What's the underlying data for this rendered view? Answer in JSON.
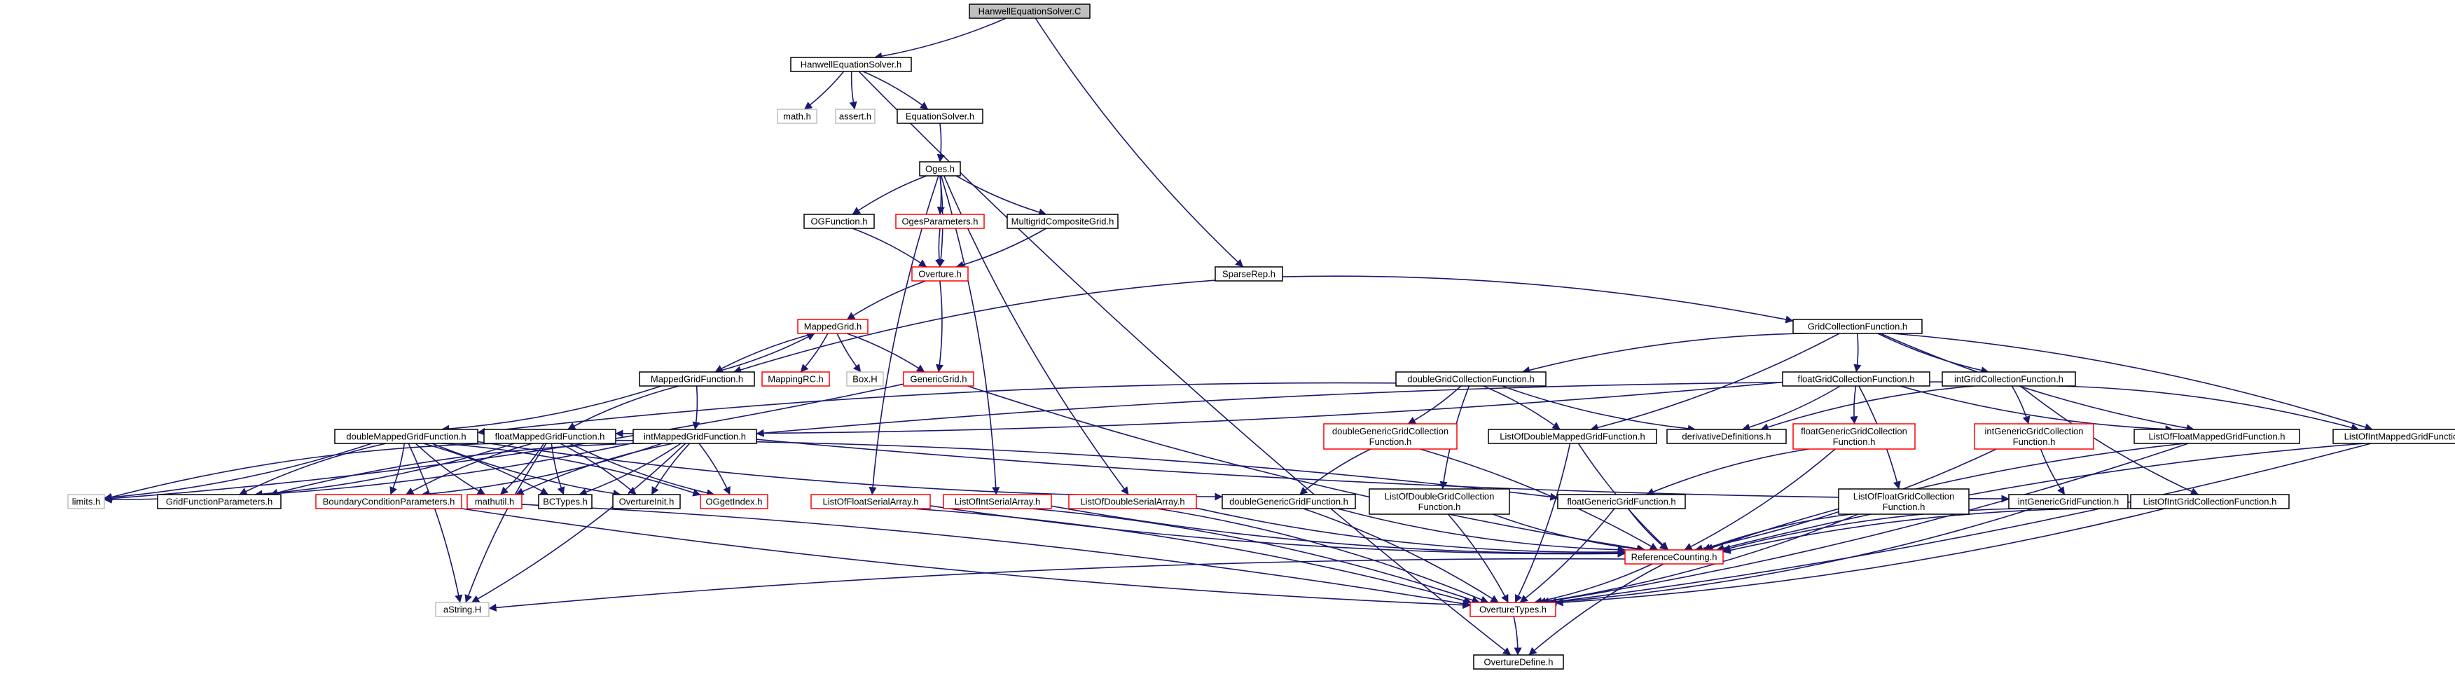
{
  "colors": {
    "edge": "#191970",
    "node_border_normal": "#000000",
    "node_border_truncated": "#ff0000",
    "node_border_external": "#bfbfbf",
    "root_fill": "#bfbfbf",
    "node_fill": "#ffffff"
  },
  "diagram": {
    "type": "include-dependency-graph",
    "nodes": [
      {
        "id": "root",
        "label": "HanwellEquationSolver.C",
        "kind": "root"
      },
      {
        "id": "hes_h",
        "label": "HanwellEquationSolver.h",
        "kind": "normal"
      },
      {
        "id": "math_h",
        "label": "math.h",
        "kind": "external"
      },
      {
        "id": "assert_h",
        "label": "assert.h",
        "kind": "external"
      },
      {
        "id": "eqsolver_h",
        "label": "EquationSolver.h",
        "kind": "normal"
      },
      {
        "id": "oges_h",
        "label": "Oges.h",
        "kind": "normal"
      },
      {
        "id": "ogfunction_h",
        "label": "OGFunction.h",
        "kind": "normal"
      },
      {
        "id": "ogesparams_h",
        "label": "OgesParameters.h",
        "kind": "truncated"
      },
      {
        "id": "mgcg_h",
        "label": "MultigridCompositeGrid.h",
        "kind": "normal"
      },
      {
        "id": "overture_h",
        "label": "Overture.h",
        "kind": "truncated"
      },
      {
        "id": "sparserep_h",
        "label": "SparseRep.h",
        "kind": "normal"
      },
      {
        "id": "mappedgrid_h",
        "label": "MappedGrid.h",
        "kind": "truncated"
      },
      {
        "id": "mgf_h",
        "label": "MappedGridFunction.h",
        "kind": "normal"
      },
      {
        "id": "mappingrc_h",
        "label": "MappingRC.h",
        "kind": "truncated"
      },
      {
        "id": "box_h",
        "label": "Box.H",
        "kind": "external"
      },
      {
        "id": "genericgrid_h",
        "label": "GenericGrid.h",
        "kind": "truncated"
      },
      {
        "id": "gcf_h",
        "label": "GridCollectionFunction.h",
        "kind": "normal"
      },
      {
        "id": "dgcf_h",
        "label": "doubleGridCollectionFunction.h",
        "kind": "normal"
      },
      {
        "id": "fgcf_h",
        "label": "floatGridCollectionFunction.h",
        "kind": "normal"
      },
      {
        "id": "igcf_h",
        "label": "intGridCollectionFunction.h",
        "kind": "normal"
      },
      {
        "id": "dmgf_h",
        "label": "doubleMappedGridFunction.h",
        "kind": "normal"
      },
      {
        "id": "fmgf_h",
        "label": "floatMappedGridFunction.h",
        "kind": "normal"
      },
      {
        "id": "imgf_h",
        "label": "intMappedGridFunction.h",
        "kind": "normal"
      },
      {
        "id": "dggcf_h",
        "label": "doubleGenericGridCollection\nFunction.h",
        "kind": "truncated"
      },
      {
        "id": "fggcf_h",
        "label": "floatGenericGridCollection\nFunction.h",
        "kind": "truncated"
      },
      {
        "id": "iggcf_h",
        "label": "intGenericGridCollection\nFunction.h",
        "kind": "truncated"
      },
      {
        "id": "derivdefs_h",
        "label": "derivativeDefinitions.h",
        "kind": "normal"
      },
      {
        "id": "lodmgf_h",
        "label": "ListOfDoubleMappedGridFunction.h",
        "kind": "normal"
      },
      {
        "id": "lofmgf_h",
        "label": "ListOfFloatMappedGridFunction.h",
        "kind": "normal"
      },
      {
        "id": "loimgf_h",
        "label": "ListOfIntMappedGridFunction.h",
        "kind": "normal"
      },
      {
        "id": "limits_h",
        "label": "limits.h",
        "kind": "external"
      },
      {
        "id": "gfparams_h",
        "label": "GridFunctionParameters.h",
        "kind": "normal"
      },
      {
        "id": "bcparams_h",
        "label": "BoundaryConditionParameters.h",
        "kind": "truncated"
      },
      {
        "id": "mathutil_h",
        "label": "mathutil.h",
        "kind": "truncated"
      },
      {
        "id": "bctypes_h",
        "label": "BCTypes.h",
        "kind": "normal"
      },
      {
        "id": "overtureint_h",
        "label": "OvertureInit.h",
        "kind": "normal"
      },
      {
        "id": "ogesindex_h",
        "label": "OGgetIndex.h",
        "kind": "truncated"
      },
      {
        "id": "loffsa_h",
        "label": "ListOfFloatSerialArray.h",
        "kind": "truncated"
      },
      {
        "id": "loisa_h",
        "label": "ListOfIntSerialArray.h",
        "kind": "truncated"
      },
      {
        "id": "lodsa_h",
        "label": "ListOfDoubleSerialArray.h",
        "kind": "truncated"
      },
      {
        "id": "dggf_h",
        "label": "doubleGenericGridFunction.h",
        "kind": "normal"
      },
      {
        "id": "lodgcf_h",
        "label": "ListOfDoubleGridCollection\nFunction.h",
        "kind": "normal"
      },
      {
        "id": "fggf_h",
        "label": "floatGenericGridFunction.h",
        "kind": "normal"
      },
      {
        "id": "lofgcf_h",
        "label": "ListOfFloatGridCollection\nFunction.h",
        "kind": "normal"
      },
      {
        "id": "iggf_h",
        "label": "intGenericGridFunction.h",
        "kind": "normal"
      },
      {
        "id": "loigcf_h",
        "label": "ListOfIntGridCollectionFunction.h",
        "kind": "normal"
      },
      {
        "id": "refcount_h",
        "label": "ReferenceCounting.h",
        "kind": "truncated"
      },
      {
        "id": "astring_h",
        "label": "aString.H",
        "kind": "external"
      },
      {
        "id": "overturetypes_h",
        "label": "OvertureTypes.h",
        "kind": "truncated"
      },
      {
        "id": "overturedefine_h",
        "label": "OvertureDefine.h",
        "kind": "normal"
      }
    ],
    "edges": [
      {
        "from": "root",
        "to": "hes_h"
      },
      {
        "from": "root",
        "to": "sparserep_h"
      },
      {
        "from": "hes_h",
        "to": "math_h"
      },
      {
        "from": "hes_h",
        "to": "assert_h"
      },
      {
        "from": "hes_h",
        "to": "eqsolver_h"
      },
      {
        "from": "hes_h",
        "to": "overturedefine_h"
      },
      {
        "from": "eqsolver_h",
        "to": "oges_h"
      },
      {
        "from": "oges_h",
        "to": "ogfunction_h"
      },
      {
        "from": "oges_h",
        "to": "ogesparams_h"
      },
      {
        "from": "oges_h",
        "to": "mgcg_h"
      },
      {
        "from": "oges_h",
        "to": "overture_h"
      },
      {
        "from": "oges_h",
        "to": "loffsa_h"
      },
      {
        "from": "oges_h",
        "to": "loisa_h"
      },
      {
        "from": "oges_h",
        "to": "lodsa_h"
      },
      {
        "from": "ogfunction_h",
        "to": "overture_h"
      },
      {
        "from": "ogesparams_h",
        "to": "overture_h"
      },
      {
        "from": "mgcg_h",
        "to": "overture_h"
      },
      {
        "from": "overture_h",
        "to": "mappedgrid_h"
      },
      {
        "from": "overture_h",
        "to": "genericgrid_h"
      },
      {
        "from": "sparserep_h",
        "to": "mgf_h"
      },
      {
        "from": "sparserep_h",
        "to": "gcf_h"
      },
      {
        "from": "mappedgrid_h",
        "to": "mgf_h"
      },
      {
        "from": "mappedgrid_h",
        "to": "mappingrc_h"
      },
      {
        "from": "mappedgrid_h",
        "to": "box_h"
      },
      {
        "from": "mappedgrid_h",
        "to": "genericgrid_h"
      },
      {
        "from": "mgf_h",
        "to": "mappedgrid_h"
      },
      {
        "from": "mgf_h",
        "to": "dmgf_h"
      },
      {
        "from": "mgf_h",
        "to": "fmgf_h"
      },
      {
        "from": "mgf_h",
        "to": "imgf_h"
      },
      {
        "from": "genericgrid_h",
        "to": "refcount_h"
      },
      {
        "from": "genericgrid_h",
        "to": "limits_h"
      },
      {
        "from": "gcf_h",
        "to": "dgcf_h"
      },
      {
        "from": "gcf_h",
        "to": "fgcf_h"
      },
      {
        "from": "gcf_h",
        "to": "igcf_h"
      },
      {
        "from": "gcf_h",
        "to": "lodmgf_h"
      },
      {
        "from": "gcf_h",
        "to": "lofmgf_h"
      },
      {
        "from": "gcf_h",
        "to": "loimgf_h"
      },
      {
        "from": "dgcf_h",
        "to": "dmgf_h"
      },
      {
        "from": "dgcf_h",
        "to": "dggcf_h"
      },
      {
        "from": "dgcf_h",
        "to": "derivdefs_h"
      },
      {
        "from": "dgcf_h",
        "to": "lodmgf_h"
      },
      {
        "from": "dgcf_h",
        "to": "lodgcf_h"
      },
      {
        "from": "fgcf_h",
        "to": "fmgf_h"
      },
      {
        "from": "fgcf_h",
        "to": "fggcf_h"
      },
      {
        "from": "fgcf_h",
        "to": "derivdefs_h"
      },
      {
        "from": "fgcf_h",
        "to": "lofmgf_h"
      },
      {
        "from": "fgcf_h",
        "to": "lofgcf_h"
      },
      {
        "from": "igcf_h",
        "to": "imgf_h"
      },
      {
        "from": "igcf_h",
        "to": "iggcf_h"
      },
      {
        "from": "igcf_h",
        "to": "derivdefs_h"
      },
      {
        "from": "igcf_h",
        "to": "loimgf_h"
      },
      {
        "from": "igcf_h",
        "to": "loigcf_h"
      },
      {
        "from": "dmgf_h",
        "to": "limits_h"
      },
      {
        "from": "dmgf_h",
        "to": "gfparams_h"
      },
      {
        "from": "dmgf_h",
        "to": "bcparams_h"
      },
      {
        "from": "dmgf_h",
        "to": "mathutil_h"
      },
      {
        "from": "dmgf_h",
        "to": "bctypes_h"
      },
      {
        "from": "dmgf_h",
        "to": "overtureint_h"
      },
      {
        "from": "dmgf_h",
        "to": "ogesindex_h"
      },
      {
        "from": "dmgf_h",
        "to": "dggf_h"
      },
      {
        "from": "dmgf_h",
        "to": "astring_h"
      },
      {
        "from": "fmgf_h",
        "to": "limits_h"
      },
      {
        "from": "fmgf_h",
        "to": "gfparams_h"
      },
      {
        "from": "fmgf_h",
        "to": "bcparams_h"
      },
      {
        "from": "fmgf_h",
        "to": "mathutil_h"
      },
      {
        "from": "fmgf_h",
        "to": "bctypes_h"
      },
      {
        "from": "fmgf_h",
        "to": "overtureint_h"
      },
      {
        "from": "fmgf_h",
        "to": "ogesindex_h"
      },
      {
        "from": "fmgf_h",
        "to": "fggf_h"
      },
      {
        "from": "fmgf_h",
        "to": "astring_h"
      },
      {
        "from": "imgf_h",
        "to": "limits_h"
      },
      {
        "from": "imgf_h",
        "to": "gfparams_h"
      },
      {
        "from": "imgf_h",
        "to": "bcparams_h"
      },
      {
        "from": "imgf_h",
        "to": "mathutil_h"
      },
      {
        "from": "imgf_h",
        "to": "bctypes_h"
      },
      {
        "from": "imgf_h",
        "to": "overtureint_h"
      },
      {
        "from": "imgf_h",
        "to": "ogesindex_h"
      },
      {
        "from": "imgf_h",
        "to": "iggf_h"
      },
      {
        "from": "imgf_h",
        "to": "astring_h"
      },
      {
        "from": "dggcf_h",
        "to": "dggf_h"
      },
      {
        "from": "dggcf_h",
        "to": "refcount_h"
      },
      {
        "from": "fggcf_h",
        "to": "fggf_h"
      },
      {
        "from": "fggcf_h",
        "to": "refcount_h"
      },
      {
        "from": "iggcf_h",
        "to": "iggf_h"
      },
      {
        "from": "iggcf_h",
        "to": "refcount_h"
      },
      {
        "from": "lodmgf_h",
        "to": "refcount_h"
      },
      {
        "from": "lodmgf_h",
        "to": "overturetypes_h"
      },
      {
        "from": "lofmgf_h",
        "to": "refcount_h"
      },
      {
        "from": "lofmgf_h",
        "to": "overturetypes_h"
      },
      {
        "from": "loimgf_h",
        "to": "refcount_h"
      },
      {
        "from": "loimgf_h",
        "to": "overturetypes_h"
      },
      {
        "from": "bcparams_h",
        "to": "overturetypes_h"
      },
      {
        "from": "mathutil_h",
        "to": "overturetypes_h"
      },
      {
        "from": "loffsa_h",
        "to": "refcount_h"
      },
      {
        "from": "loffsa_h",
        "to": "overturetypes_h"
      },
      {
        "from": "loisa_h",
        "to": "refcount_h"
      },
      {
        "from": "loisa_h",
        "to": "overturetypes_h"
      },
      {
        "from": "lodsa_h",
        "to": "refcount_h"
      },
      {
        "from": "lodsa_h",
        "to": "overturetypes_h"
      },
      {
        "from": "dggf_h",
        "to": "refcount_h"
      },
      {
        "from": "dggf_h",
        "to": "overturetypes_h"
      },
      {
        "from": "lodgcf_h",
        "to": "refcount_h"
      },
      {
        "from": "lodgcf_h",
        "to": "overturetypes_h"
      },
      {
        "from": "fggf_h",
        "to": "refcount_h"
      },
      {
        "from": "fggf_h",
        "to": "overturetypes_h"
      },
      {
        "from": "lofgcf_h",
        "to": "refcount_h"
      },
      {
        "from": "lofgcf_h",
        "to": "overturetypes_h"
      },
      {
        "from": "iggf_h",
        "to": "refcount_h"
      },
      {
        "from": "iggf_h",
        "to": "overturetypes_h"
      },
      {
        "from": "loigcf_h",
        "to": "refcount_h"
      },
      {
        "from": "loigcf_h",
        "to": "overturetypes_h"
      },
      {
        "from": "refcount_h",
        "to": "astring_h"
      },
      {
        "from": "refcount_h",
        "to": "overturetypes_h"
      },
      {
        "from": "refcount_h",
        "to": "overturedefine_h"
      },
      {
        "from": "overturetypes_h",
        "to": "overturedefine_h"
      }
    ]
  }
}
